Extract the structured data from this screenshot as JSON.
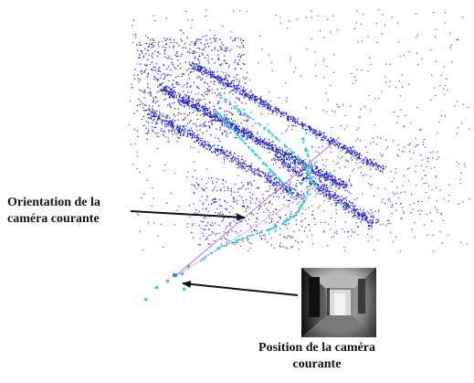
{
  "labels": {
    "orientation": [
      "Orientation de la",
      "caméra courante"
    ],
    "position": [
      "Position de la caméra",
      "courante"
    ]
  },
  "colors": {
    "point_cloud": "#2222cc",
    "trajectory": "#33cccc",
    "view_ray": "#cc66cc",
    "arrow": "#111111",
    "background": "#ffffff"
  },
  "icons": {
    "camera_frame": "corridor-photo-icon"
  }
}
